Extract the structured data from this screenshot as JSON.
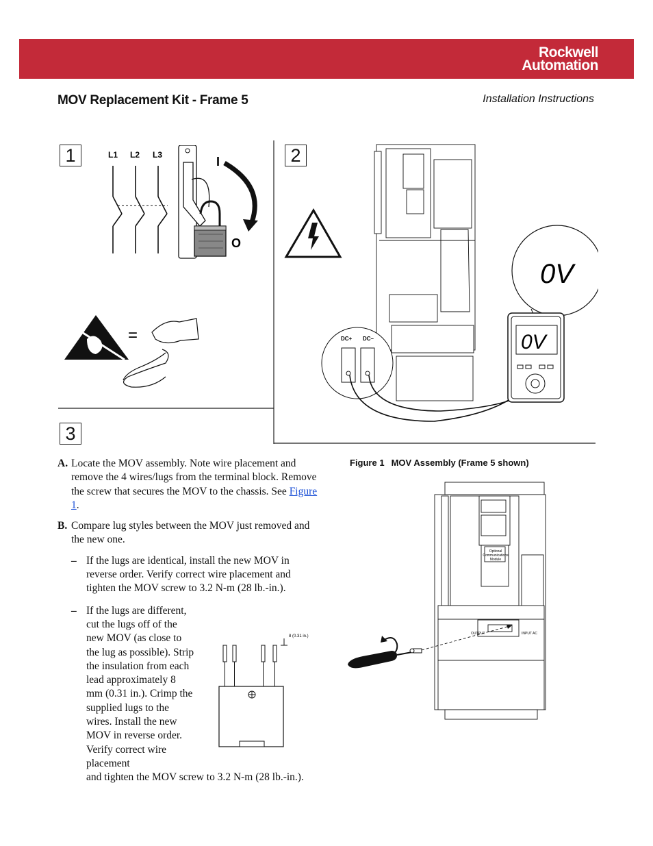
{
  "header": {
    "brand_line1": "Rockwell",
    "brand_line2": "Automation",
    "banner_color": "#c32a39"
  },
  "doc": {
    "title": "MOV Replacement Kit - Frame 5",
    "subtitle": "Installation Instructions"
  },
  "steps": {
    "s1": "1",
    "s2": "2",
    "s3": "3"
  },
  "panel1": {
    "l1": "L1",
    "l2": "L2",
    "l3": "L3",
    "on": "I",
    "off": "O",
    "equals": "="
  },
  "panel2": {
    "dc_plus": "DC+",
    "dc_minus": "DC–",
    "bubble_reading": "0V",
    "meter_reading": "0V"
  },
  "instructions": {
    "a_label": "A.",
    "a_text": "Locate the MOV assembly. Note wire placement and remove the 4 wires/lugs from the terminal block. Remove the screw that secures the MOV to the chassis. See ",
    "a_link": "Figure 1",
    "a_end": ".",
    "b_label": "B.",
    "b_text": "Compare lug styles between the MOV just removed and the new one.",
    "dash": "–",
    "b1_text": "If the lugs are identical, install the new MOV in reverse order. Verify correct wire placement and tighten the MOV screw to 3.2 N-m (28 lb.-in.).",
    "b2_text": "If the lugs are different, cut the lugs off of the new MOV (as close to the lug as possible). Strip the insulation from each lead approximately 8 mm (0.31 in.). Crimp the supplied lugs to the wires. Install the new MOV in reverse order. Verify correct wire placement",
    "b2_tail": "and tighten the MOV screw to 3.2 N-m (28 lb.-in.).",
    "strip_dim": "8 (0.31 in.)"
  },
  "figure1": {
    "caption_num": "Figure 1",
    "caption_text": "MOV Assembly (Frame 5 shown)",
    "module_label1": "Optional",
    "module_label2": "Communications",
    "module_label3": "Module",
    "output_label": "OUTPUT",
    "input_label": "INPUT AC"
  }
}
